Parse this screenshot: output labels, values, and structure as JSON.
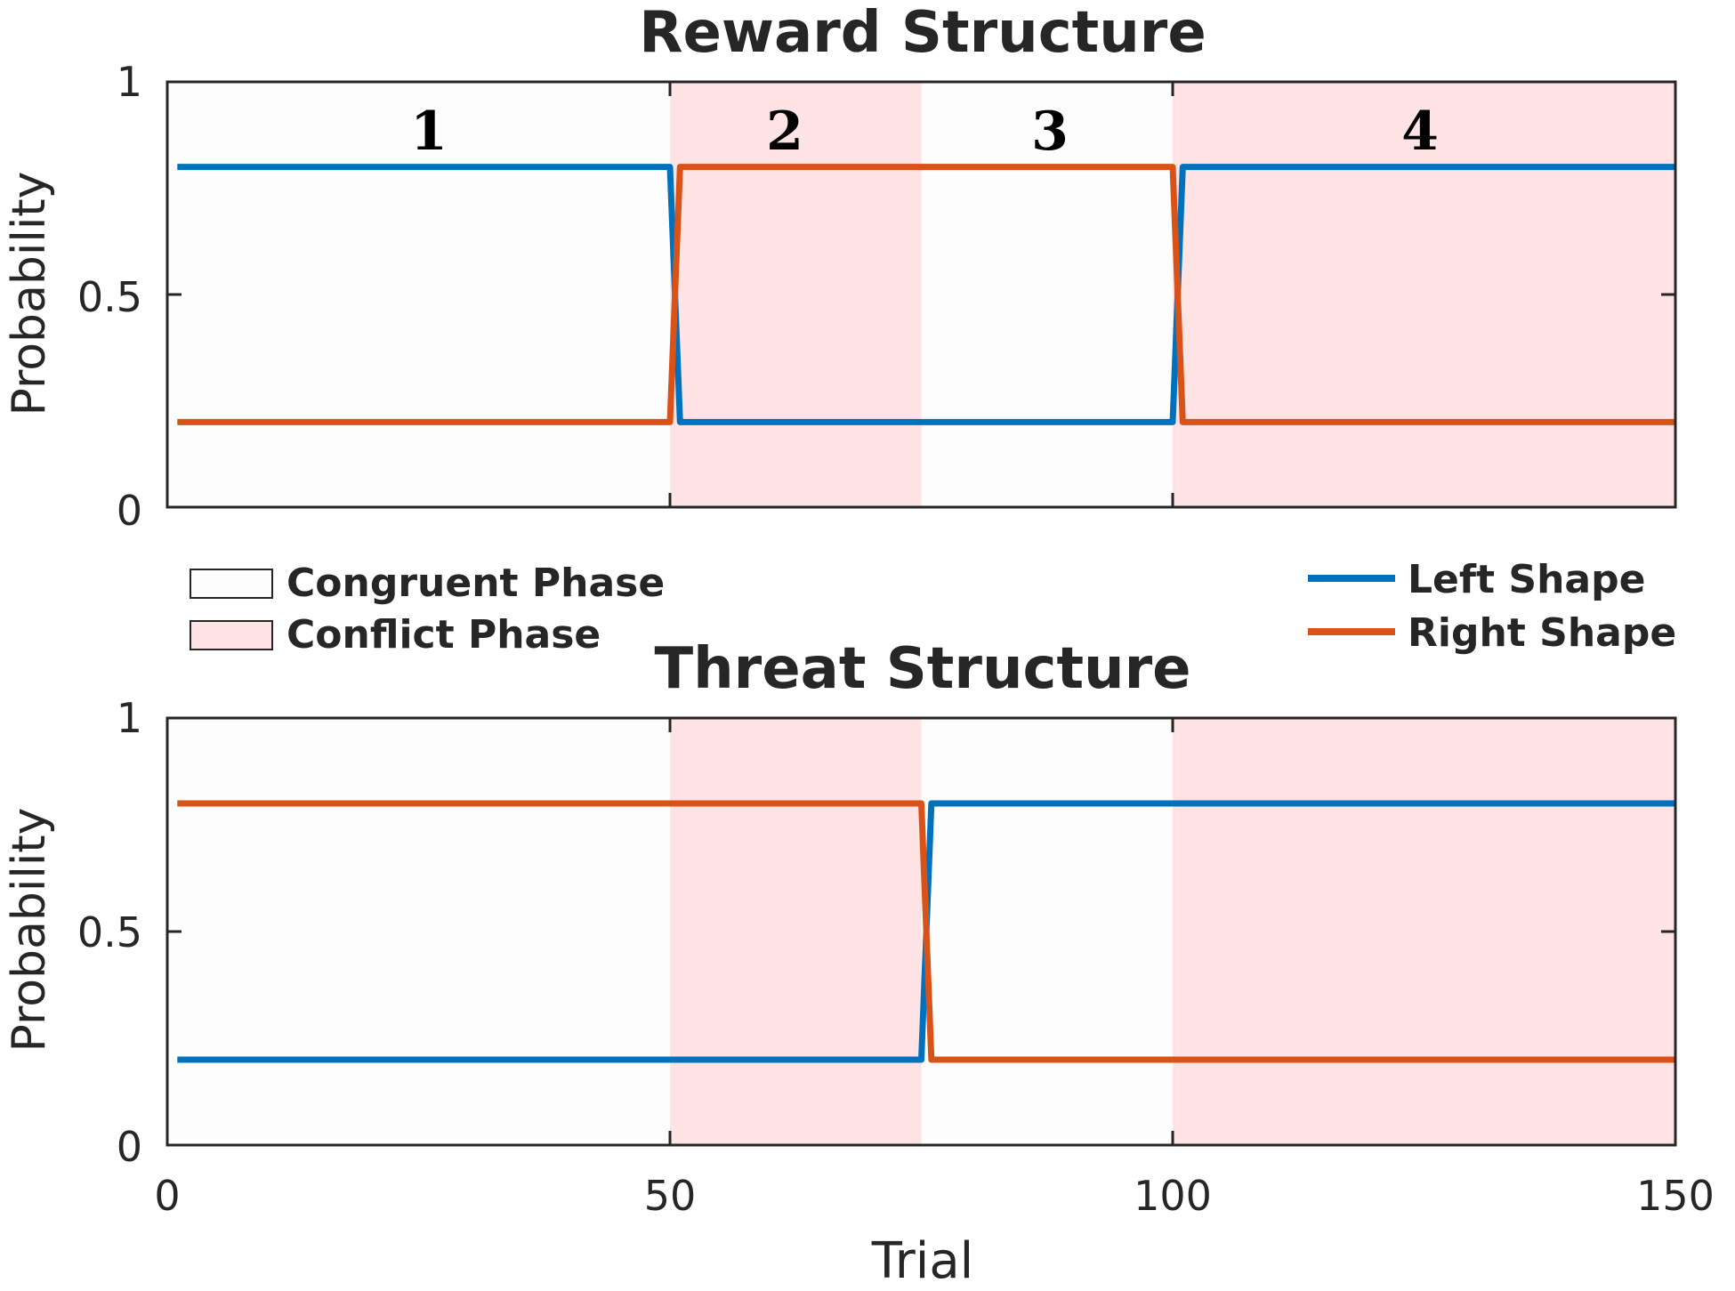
{
  "colors": {
    "left_shape": "#0072BD",
    "right_shape": "#D95319",
    "conflict_fill": "#FFE3E5",
    "congruent_fill": "#FDFDFD",
    "axis": "#262626"
  },
  "x_axis": {
    "label": "Trial",
    "ticks": [
      "0",
      "50",
      "100",
      "150"
    ]
  },
  "legend_phase": {
    "congruent": "Congruent Phase",
    "conflict": "Conflict Phase"
  },
  "legend_lines": {
    "left": "Left Shape",
    "right": "Right Shape"
  },
  "chart_data": [
    {
      "type": "line",
      "title": "Reward Structure",
      "xlabel": "",
      "ylabel": "Probability",
      "xlim": [
        0,
        150
      ],
      "ylim": [
        0,
        1
      ],
      "yticks": [
        "0",
        "0.5",
        "1"
      ],
      "phase_labels": [
        {
          "text": "1",
          "x": 26
        },
        {
          "text": "2",
          "x": 62.5
        },
        {
          "text": "3",
          "x": 88
        },
        {
          "text": "4",
          "x": 125
        }
      ],
      "conflict_regions": [
        [
          50,
          75
        ],
        [
          100,
          150
        ]
      ],
      "series": [
        {
          "name": "Left Shape",
          "color": "#0072BD",
          "x": [
            1,
            50,
            51,
            100,
            101,
            150
          ],
          "y": [
            0.8,
            0.8,
            0.2,
            0.2,
            0.8,
            0.8
          ]
        },
        {
          "name": "Right Shape",
          "color": "#D95319",
          "x": [
            1,
            50,
            51,
            100,
            101,
            150
          ],
          "y": [
            0.2,
            0.2,
            0.8,
            0.8,
            0.2,
            0.2
          ]
        }
      ]
    },
    {
      "type": "line",
      "title": "Threat Structure",
      "xlabel": "Trial",
      "ylabel": "Probability",
      "xlim": [
        0,
        150
      ],
      "ylim": [
        0,
        1
      ],
      "yticks": [
        "0",
        "0.5",
        "1"
      ],
      "xticks": [
        "0",
        "50",
        "100",
        "150"
      ],
      "conflict_regions": [
        [
          50,
          75
        ],
        [
          100,
          150
        ]
      ],
      "series": [
        {
          "name": "Left Shape",
          "color": "#0072BD",
          "x": [
            1,
            75,
            76,
            150
          ],
          "y": [
            0.2,
            0.2,
            0.8,
            0.8
          ]
        },
        {
          "name": "Right Shape",
          "color": "#D95319",
          "x": [
            1,
            75,
            76,
            150
          ],
          "y": [
            0.8,
            0.8,
            0.2,
            0.2
          ]
        }
      ]
    }
  ]
}
